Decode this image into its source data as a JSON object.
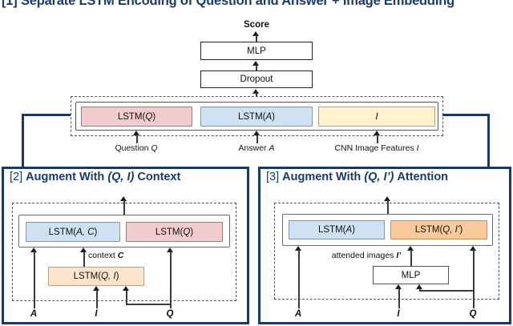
{
  "colors": {
    "navy": "#1b3a68",
    "pink": "#f2cccc",
    "blue": "#cfe2f3",
    "yellow": "#fff2cc",
    "tan": "#fce5cd",
    "orange": "#f9cb9c"
  },
  "title": {
    "num": "[1]",
    "text": "Separate LSTM Encoding of Question and Answer + Image Embedding"
  },
  "section1": {
    "score_label": "Score",
    "mlp_label": "MLP",
    "dropout_label": "Dropout",
    "boxes": {
      "lstm_q": {
        "pre": "LSTM(",
        "arg": "Q",
        "post": ")"
      },
      "lstm_a": {
        "pre": "LSTM(",
        "arg": "A",
        "post": ")"
      },
      "image": {
        "arg": "I"
      }
    },
    "inputs": {
      "question": {
        "pre": "Question ",
        "arg": "Q"
      },
      "answer": {
        "pre": "Answer ",
        "arg": "A"
      },
      "cnn": {
        "pre": "CNN Image Features ",
        "arg": "I"
      }
    }
  },
  "panel2": {
    "header": {
      "num": "[2]",
      "bold1": "Augment With",
      "arg": "(Q, I)",
      "bold2": "Context"
    },
    "boxes": {
      "lstm_ac": {
        "pre": "LSTM(",
        "arg": "A, C",
        "post": ")"
      },
      "lstm_q": {
        "pre": "LSTM(",
        "arg": "Q",
        "post": ")"
      },
      "lstm_qi": {
        "pre": "LSTM(",
        "arg": "Q, I",
        "post": ")"
      }
    },
    "context_label": {
      "pre": "context ",
      "arg": "C"
    },
    "inputs": {
      "a": "A",
      "i": "I",
      "q": "Q"
    }
  },
  "panel3": {
    "header": {
      "num": "[3]",
      "bold1": "Augment With",
      "arg": "(Q, I’)",
      "bold2": "Attention"
    },
    "boxes": {
      "lstm_a": {
        "pre": "LSTM(",
        "arg": "A",
        "post": ")"
      },
      "lstm_qi2": {
        "pre": "LSTM(",
        "arg": "Q, I’",
        "post": ")"
      },
      "mlp_label": "MLP"
    },
    "attended_label": {
      "pre": "attended images ",
      "arg": "I’"
    },
    "inputs": {
      "a": "A",
      "i": "I",
      "q": "Q"
    }
  }
}
